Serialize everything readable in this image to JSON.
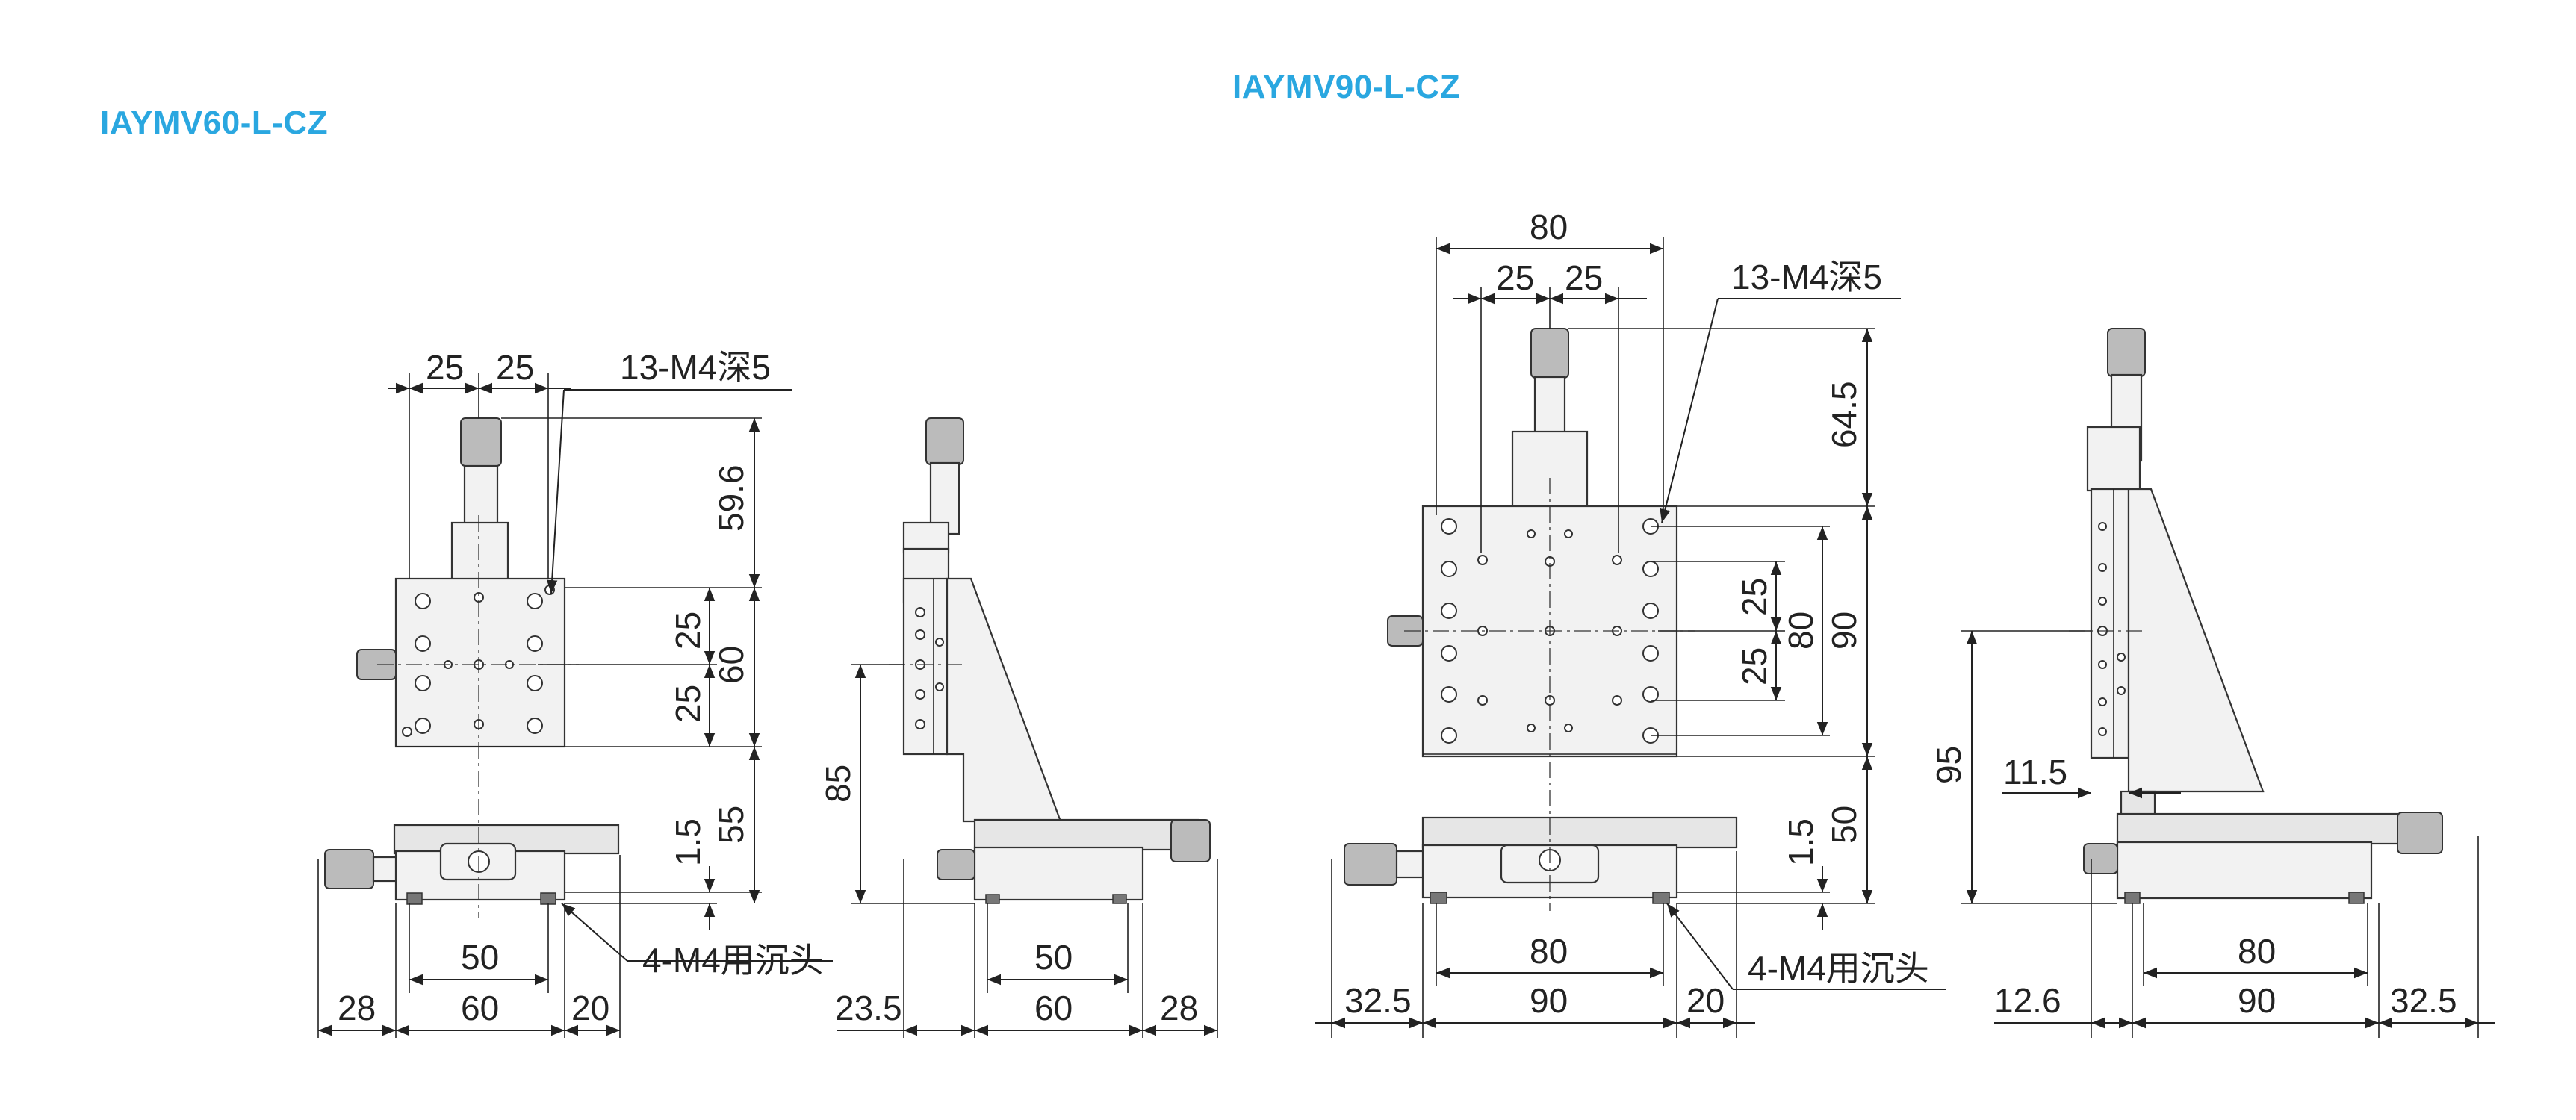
{
  "drawing": {
    "title_left": "IAYMV60-L-CZ",
    "title_right": "IAYMV90-L-CZ",
    "accent_color": "#2aa7e0",
    "line_color": "#222222"
  },
  "views": {
    "v60_top": {
      "top_dims": [
        "25",
        "25"
      ],
      "hole_callout": "13-M4深5",
      "right_dims": [
        "59.6",
        "25",
        "60",
        "25",
        "1.5",
        "55"
      ],
      "bottom_callout": "4-M4用沉头",
      "bottom_dims": [
        "50",
        "28",
        "60",
        "20"
      ]
    },
    "v60_side": {
      "height_dim": "85",
      "bottom_dims": [
        "50",
        "23.5",
        "60",
        "28"
      ]
    },
    "v90_top": {
      "top_dims": [
        "80",
        "25",
        "25"
      ],
      "hole_callout": "13-M4深5",
      "right_dims": [
        "64.5",
        "25",
        "80",
        "90",
        "25",
        "1.5",
        "50"
      ],
      "bottom_callout": "4-M4用沉头",
      "bottom_dims": [
        "80",
        "32.5",
        "90",
        "20"
      ]
    },
    "v90_side": {
      "height_dims": [
        "95",
        "11.5"
      ],
      "bottom_dims": [
        "80",
        "12.6",
        "90",
        "32.5"
      ]
    }
  }
}
